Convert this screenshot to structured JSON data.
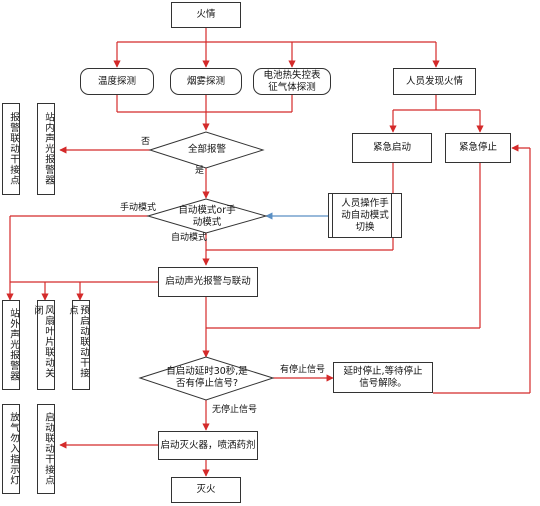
{
  "nodes": {
    "fire": "火情",
    "temp": "温度探测",
    "smoke": "烟雾探测",
    "battery": "电池热失控表征气体探测",
    "person": "人员发现火情",
    "all_alarm": "全部报警",
    "emergency_start": "紧急启动",
    "emergency_stop": "紧急停止",
    "mode_select": "自动模式or手动模式",
    "manual_op": "人员操作手动自动模式切换",
    "start_alarm": "启动声光报警与联动",
    "delay_check": "自启动延时30秒,是否有停止信号?",
    "delay_stop": "延时停止,等待停止信号解除。",
    "start_extinguisher": "启动灭火器，喷洒药剂",
    "extinguish": "灭火",
    "alarm_dry_contact": "报警联动干接点",
    "station_inner_alarm": "站内声光报警器",
    "station_outer_alarm": "站外声光报警器",
    "fan_close": "风扇叶片联动关闭",
    "pre_start_contact": "预启动联动干接点",
    "no_entry_light": "放气勿入指示灯",
    "start_contact": "启动联动干接点"
  },
  "labels": {
    "no": "否",
    "yes": "是",
    "manual_mode": "手动模式",
    "auto_mode": "自动模式",
    "has_stop": "有停止信号",
    "no_stop": "无停止信号"
  },
  "colors": {
    "flow_line": "#d42a2a",
    "switch_line": "#5a8fc4",
    "box_border": "#333333"
  }
}
